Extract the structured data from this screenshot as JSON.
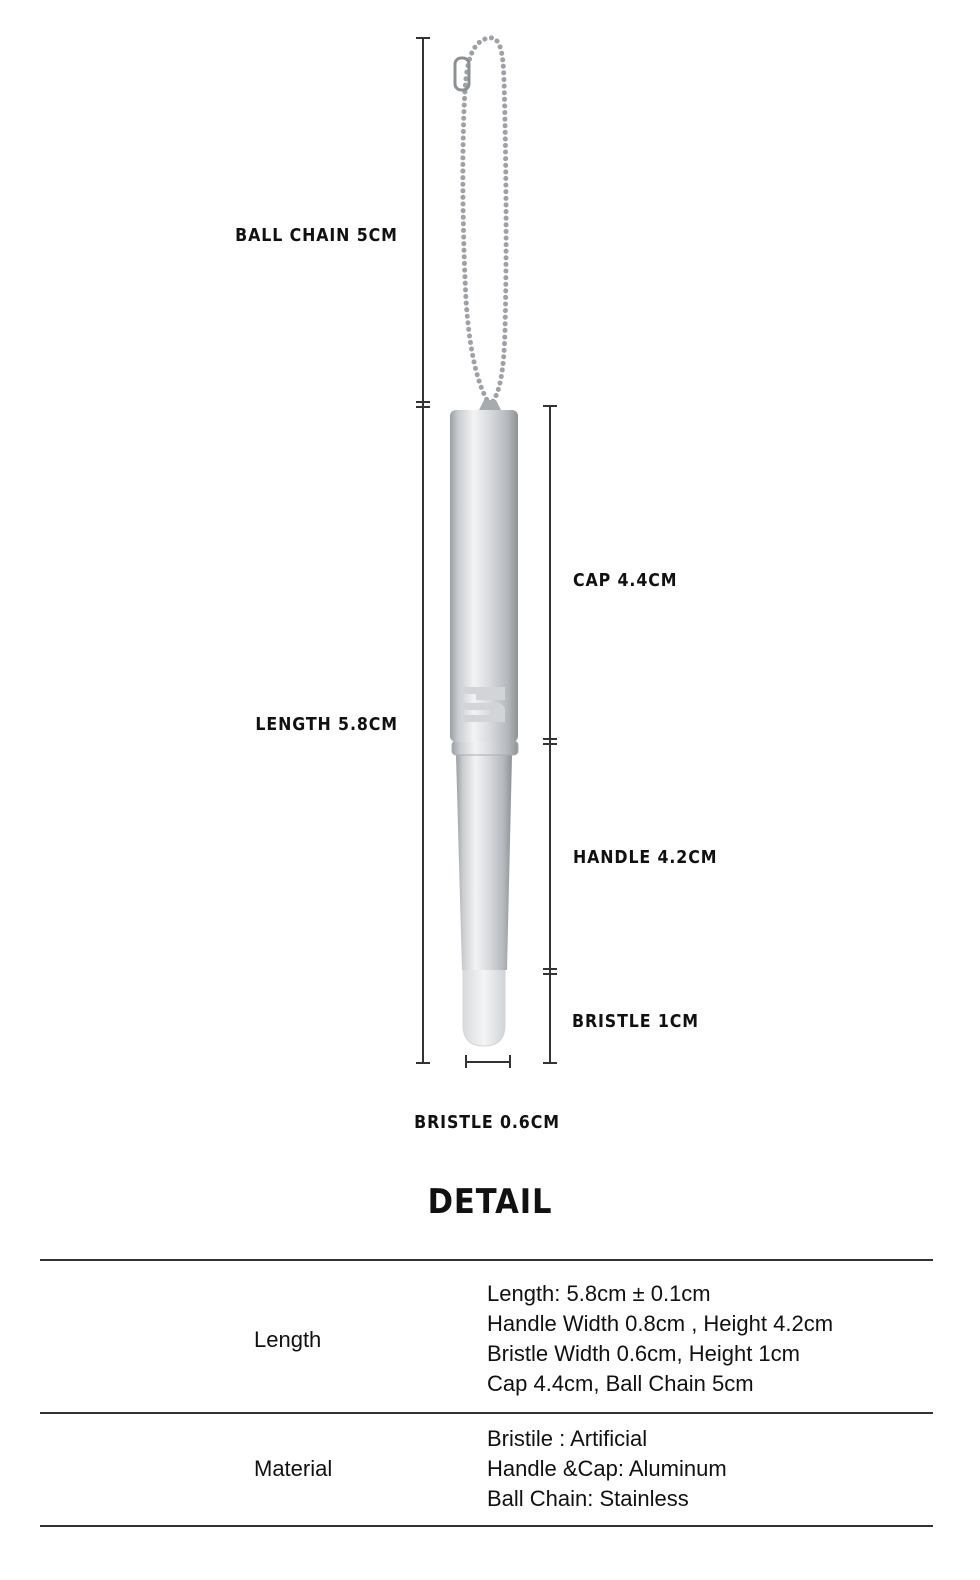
{
  "dimensions": {
    "ball_chain": "BALL CHAIN 5CM",
    "length": "LENGTH 5.8CM",
    "cap": "CAP 4.4CM",
    "handle": "HANDLE 4.2CM",
    "bristle_height": "BRISTLE 1CM",
    "bristle_width": "BRISTLE 0.6CM"
  },
  "detail": {
    "title": "DETAIL",
    "rows": [
      {
        "label": "Length",
        "values": [
          "Length: 5.8cm ± 0.1cm",
          "Handle Width 0.8cm , Height 4.2cm",
          "Bristle Width 0.6cm, Height 1cm",
          "Cap 4.4cm, Ball Chain 5cm"
        ]
      },
      {
        "label": "Material",
        "values": [
          "Bristile : Artificial",
          "Handle &Cap: Aluminum",
          "Ball Chain: Stainless"
        ]
      }
    ]
  }
}
